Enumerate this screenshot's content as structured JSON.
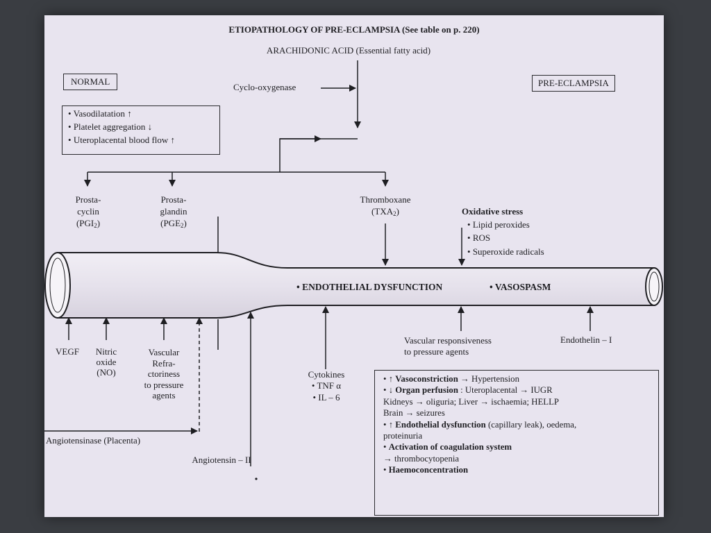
{
  "header": {
    "title": "ETIOPATHOLOGY OF PRE-ECLAMPSIA",
    "title_note": "(See table on p. 220)",
    "source": "ARACHIDONIC ACID (Essential fatty acid)",
    "enzyme": "Cyclo-oxygenase"
  },
  "normal": {
    "label": "NORMAL",
    "effects": [
      "Vasodilatation ↑",
      "Platelet aggregation ↓",
      "Uteroplacental blood flow ↑"
    ]
  },
  "preeclampsia_label": "PRE-ECLAMPSIA",
  "products": {
    "prostacyclin": {
      "lines": [
        "Prosta-",
        "cyclin"
      ],
      "abbr": "(PGI",
      "sub": "2",
      "close": ")"
    },
    "prostaglandin": {
      "lines": [
        "Prosta-",
        "glandin"
      ],
      "abbr": "(PGE",
      "sub": "2",
      "close": ")"
    },
    "thromboxane": {
      "name": "Thromboxane",
      "abbr": "(TXA",
      "sub": "2",
      "close": ")"
    }
  },
  "oxidative_stress": {
    "title": "Oxidative stress",
    "items": [
      "Lipid peroxides",
      "ROS",
      "Superoxide radicals"
    ]
  },
  "vessel_text": {
    "left": "• ENDOTHELIAL DYSFUNCTION",
    "right": "• VASOSPASM"
  },
  "factors": {
    "vegf": "VEGF",
    "nitric_oxide": [
      "Nitric",
      "oxide",
      "(NO)"
    ],
    "vascular_refractoriness": [
      "Vascular",
      "Refra-",
      "ctoriness",
      "to pressure",
      "agents"
    ],
    "angiotensinase": "Angiotensinase (Placenta)",
    "angiotensin": "Angiotensin – II",
    "cytokines": {
      "title": "Cytokines",
      "items": [
        "TNF α",
        "IL – 6"
      ]
    },
    "vascular_responsiveness": [
      "Vascular responsiveness",
      "to pressure agents"
    ],
    "endothelin": "Endothelin – I"
  },
  "consequences": [
    {
      "arrow": "↑",
      "bold": "Vasoconstriction",
      "rest": " → Hypertension",
      "lines": []
    },
    {
      "arrow": "↓",
      "bold": "Organ perfusion",
      "rest": " : Uteroplacental → IUGR",
      "lines": [
        "Kidneys → oliguria; Liver → ischaemia; HELLP",
        "Brain → seizures"
      ]
    },
    {
      "arrow": "↑",
      "bold": "Endothelial dysfunction",
      "rest": " (capillary leak), oedema,",
      "lines": [
        "proteinuria"
      ]
    },
    {
      "arrow": "",
      "bold": "Activation of coagulation system",
      "rest": "",
      "lines": [
        "→ thrombocytopenia"
      ]
    },
    {
      "arrow": "",
      "bold": "Haemoconcentration",
      "rest": "",
      "lines": []
    }
  ]
}
